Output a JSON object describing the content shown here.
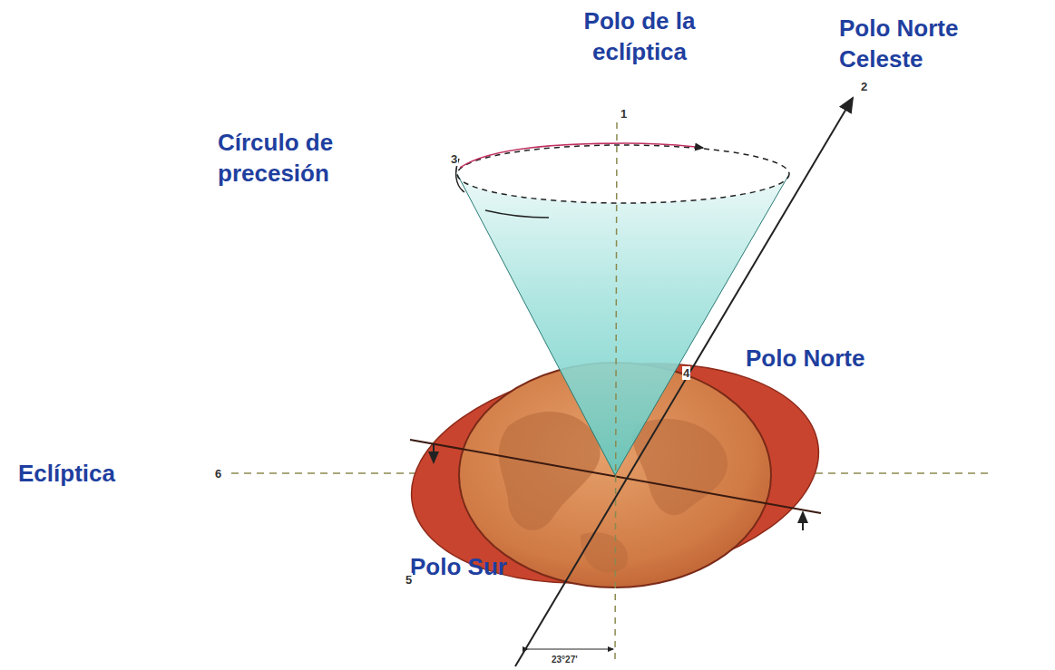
{
  "diagram": {
    "labels": [
      "Polo de la eclíptica",
      "Polo Norte Celeste",
      "Círculo de precesión",
      "Polo Norte",
      "Eclíptica",
      "Polo Sur",
      "1",
      "2",
      "3",
      "4",
      "5",
      "6",
      "23°27'"
    ]
  }
}
